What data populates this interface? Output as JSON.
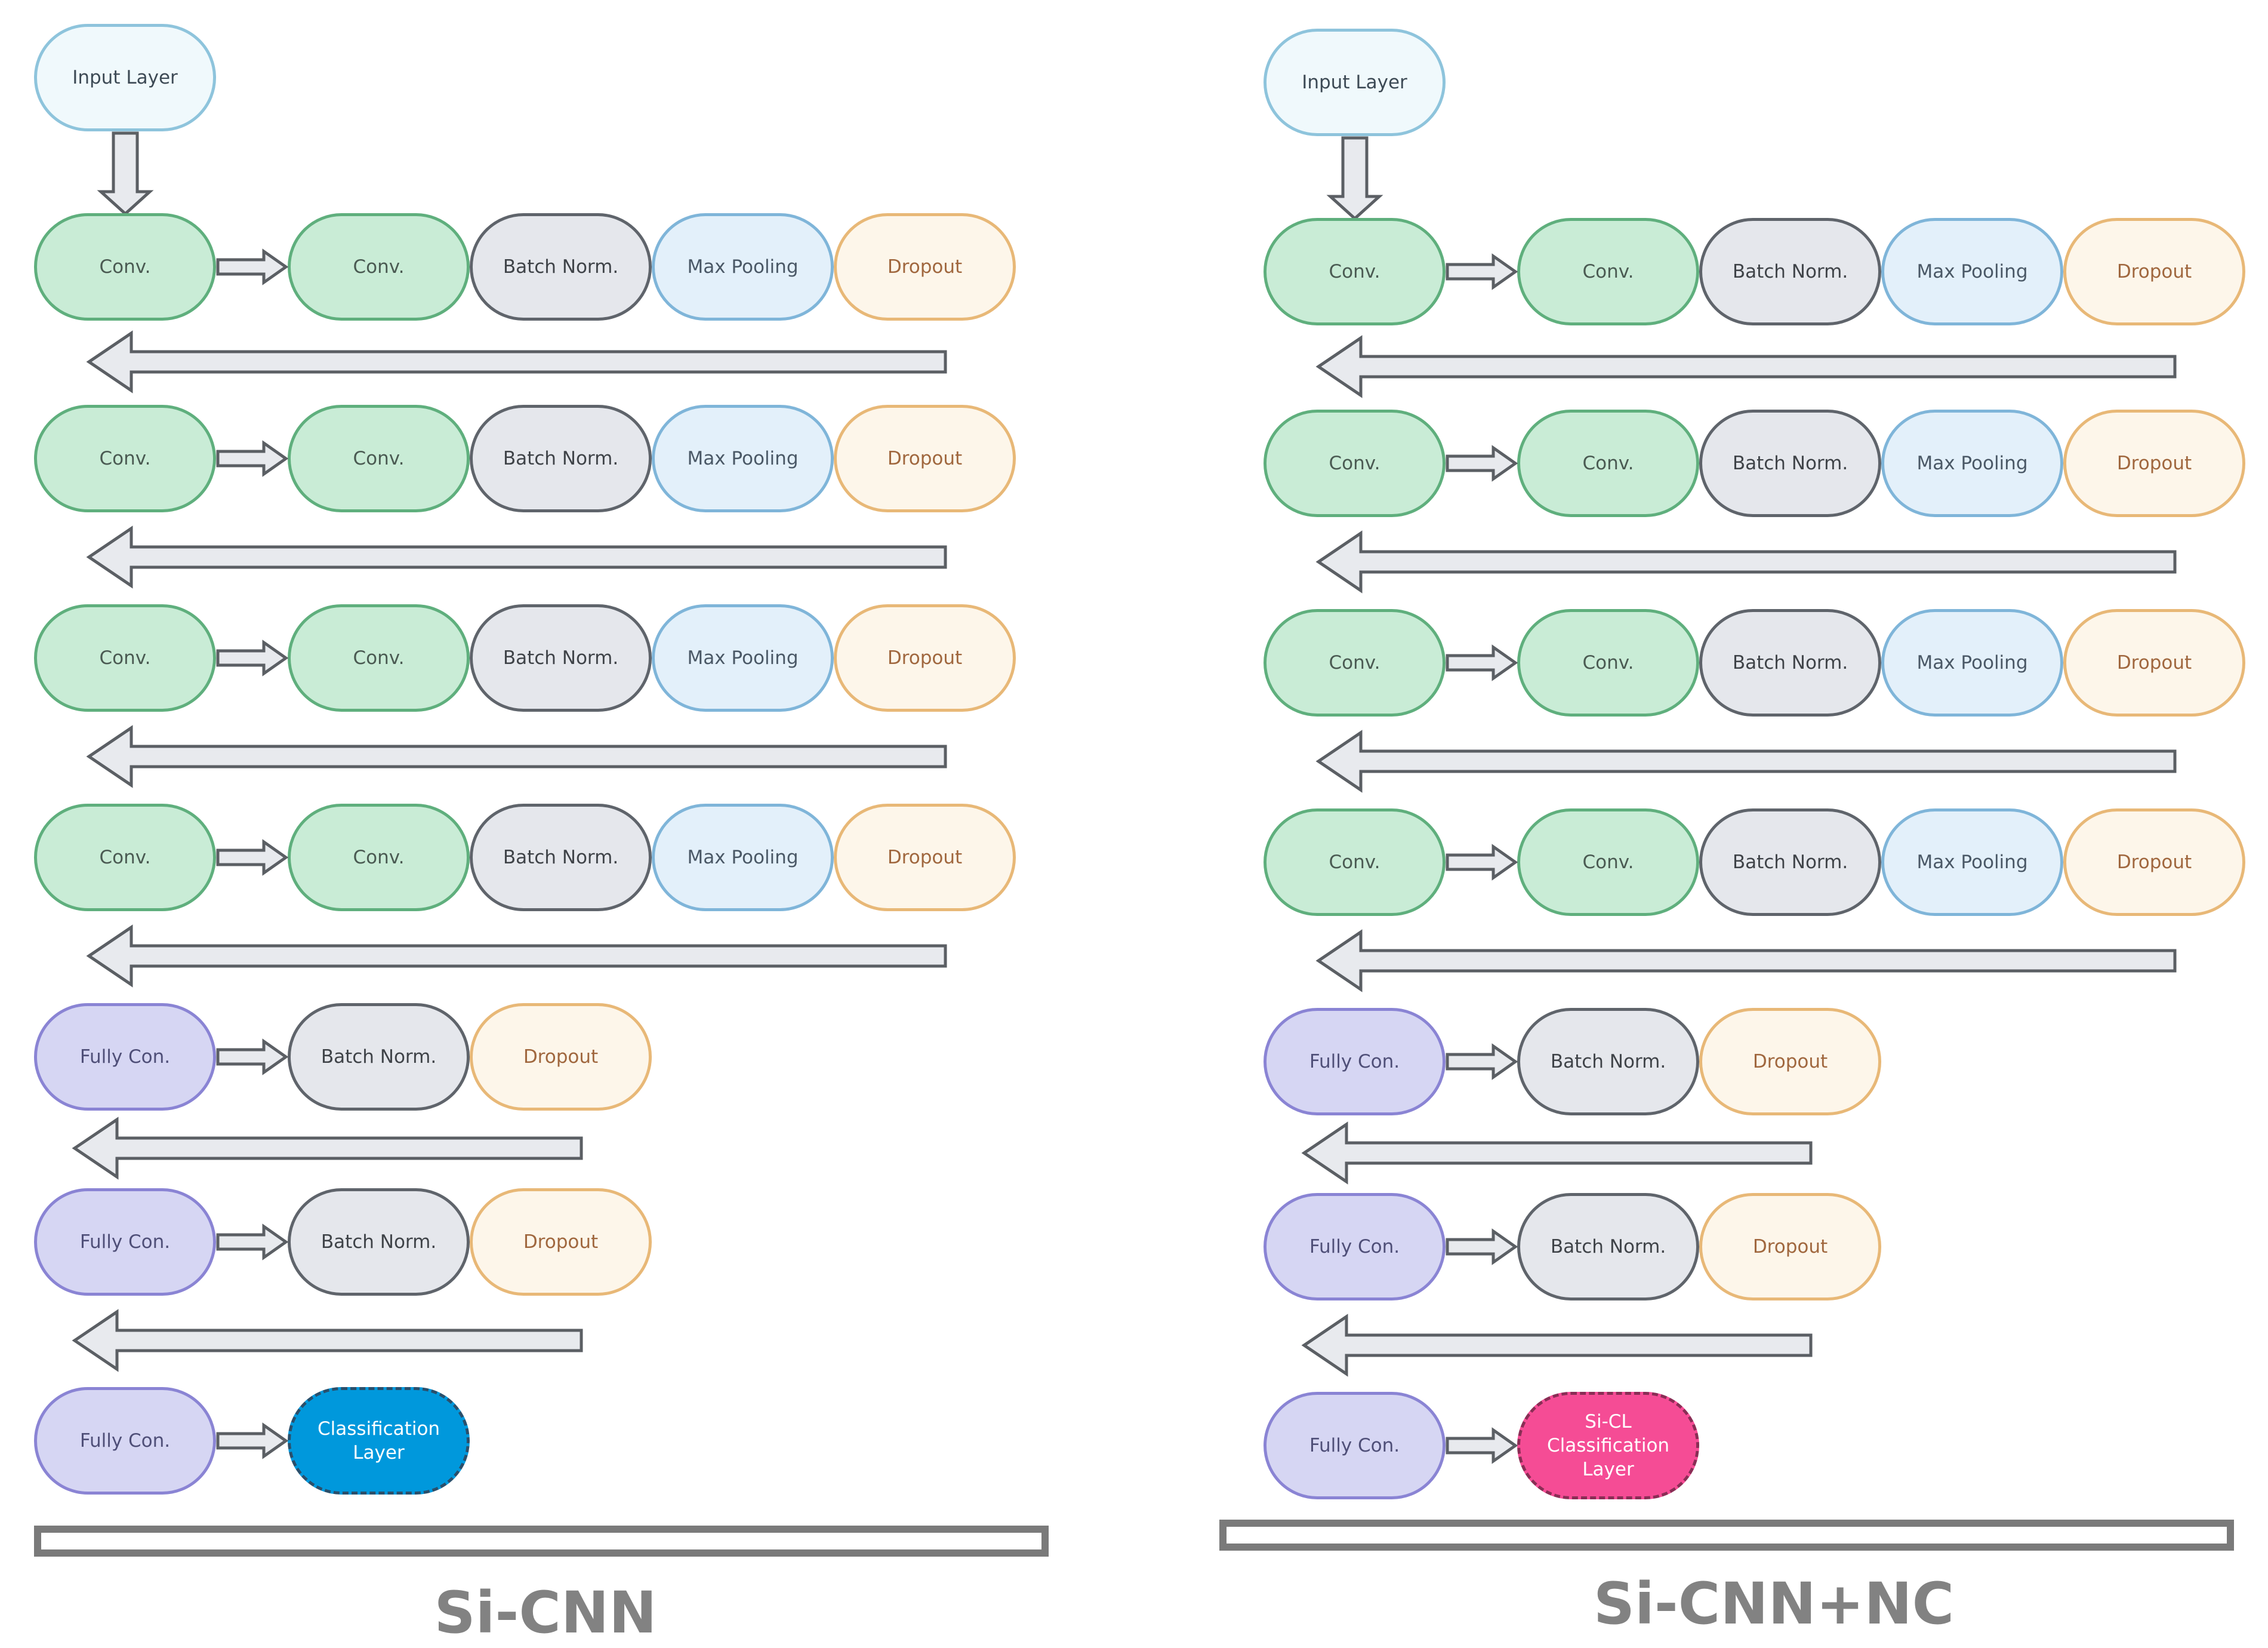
{
  "panels": [
    {
      "title": "Si-CNN",
      "input_label": "Input Layer",
      "rows": [
        [
          "Conv.",
          "Conv.",
          "Batch Norm.",
          "Max Pooling",
          "Dropout"
        ],
        [
          "Conv.",
          "Conv.",
          "Batch Norm.",
          "Max Pooling",
          "Dropout"
        ],
        [
          "Conv.",
          "Conv.",
          "Batch Norm.",
          "Max Pooling",
          "Dropout"
        ],
        [
          "Conv.",
          "Conv.",
          "Batch Norm.",
          "Max Pooling",
          "Dropout"
        ],
        [
          "Fully Con.",
          "Batch Norm.",
          "Dropout"
        ],
        [
          "Fully Con.",
          "Batch Norm.",
          "Dropout"
        ],
        [
          "Fully Con.",
          "Classification\nLayer"
        ]
      ]
    },
    {
      "title": "Si-CNN+NC",
      "input_label": "Input Layer",
      "rows": [
        [
          "Conv.",
          "Conv.",
          "Batch Norm.",
          "Max Pooling",
          "Dropout"
        ],
        [
          "Conv.",
          "Conv.",
          "Batch Norm.",
          "Max Pooling",
          "Dropout"
        ],
        [
          "Conv.",
          "Conv.",
          "Batch Norm.",
          "Max Pooling",
          "Dropout"
        ],
        [
          "Conv.",
          "Conv.",
          "Batch Norm.",
          "Max Pooling",
          "Dropout"
        ],
        [
          "Fully Con.",
          "Batch Norm.",
          "Dropout"
        ],
        [
          "Fully Con.",
          "Batch Norm.",
          "Dropout"
        ],
        [
          "Fully Con.",
          "Si-CL\nClassification\nLayer"
        ]
      ]
    }
  ],
  "colors": {
    "conv": "#c9ecd6",
    "batch_norm": "#e5e7ec",
    "max_pooling": "#e3f0fa",
    "dropout": "#fdf6ea",
    "fully_connected": "#d6d6f3",
    "classification_layer": "#0098dc",
    "si_cl_classification_layer": "#f54c95",
    "arrow_fill": "#e8eaee",
    "arrow_stroke": "#5b5f64",
    "title_text": "#828282"
  }
}
